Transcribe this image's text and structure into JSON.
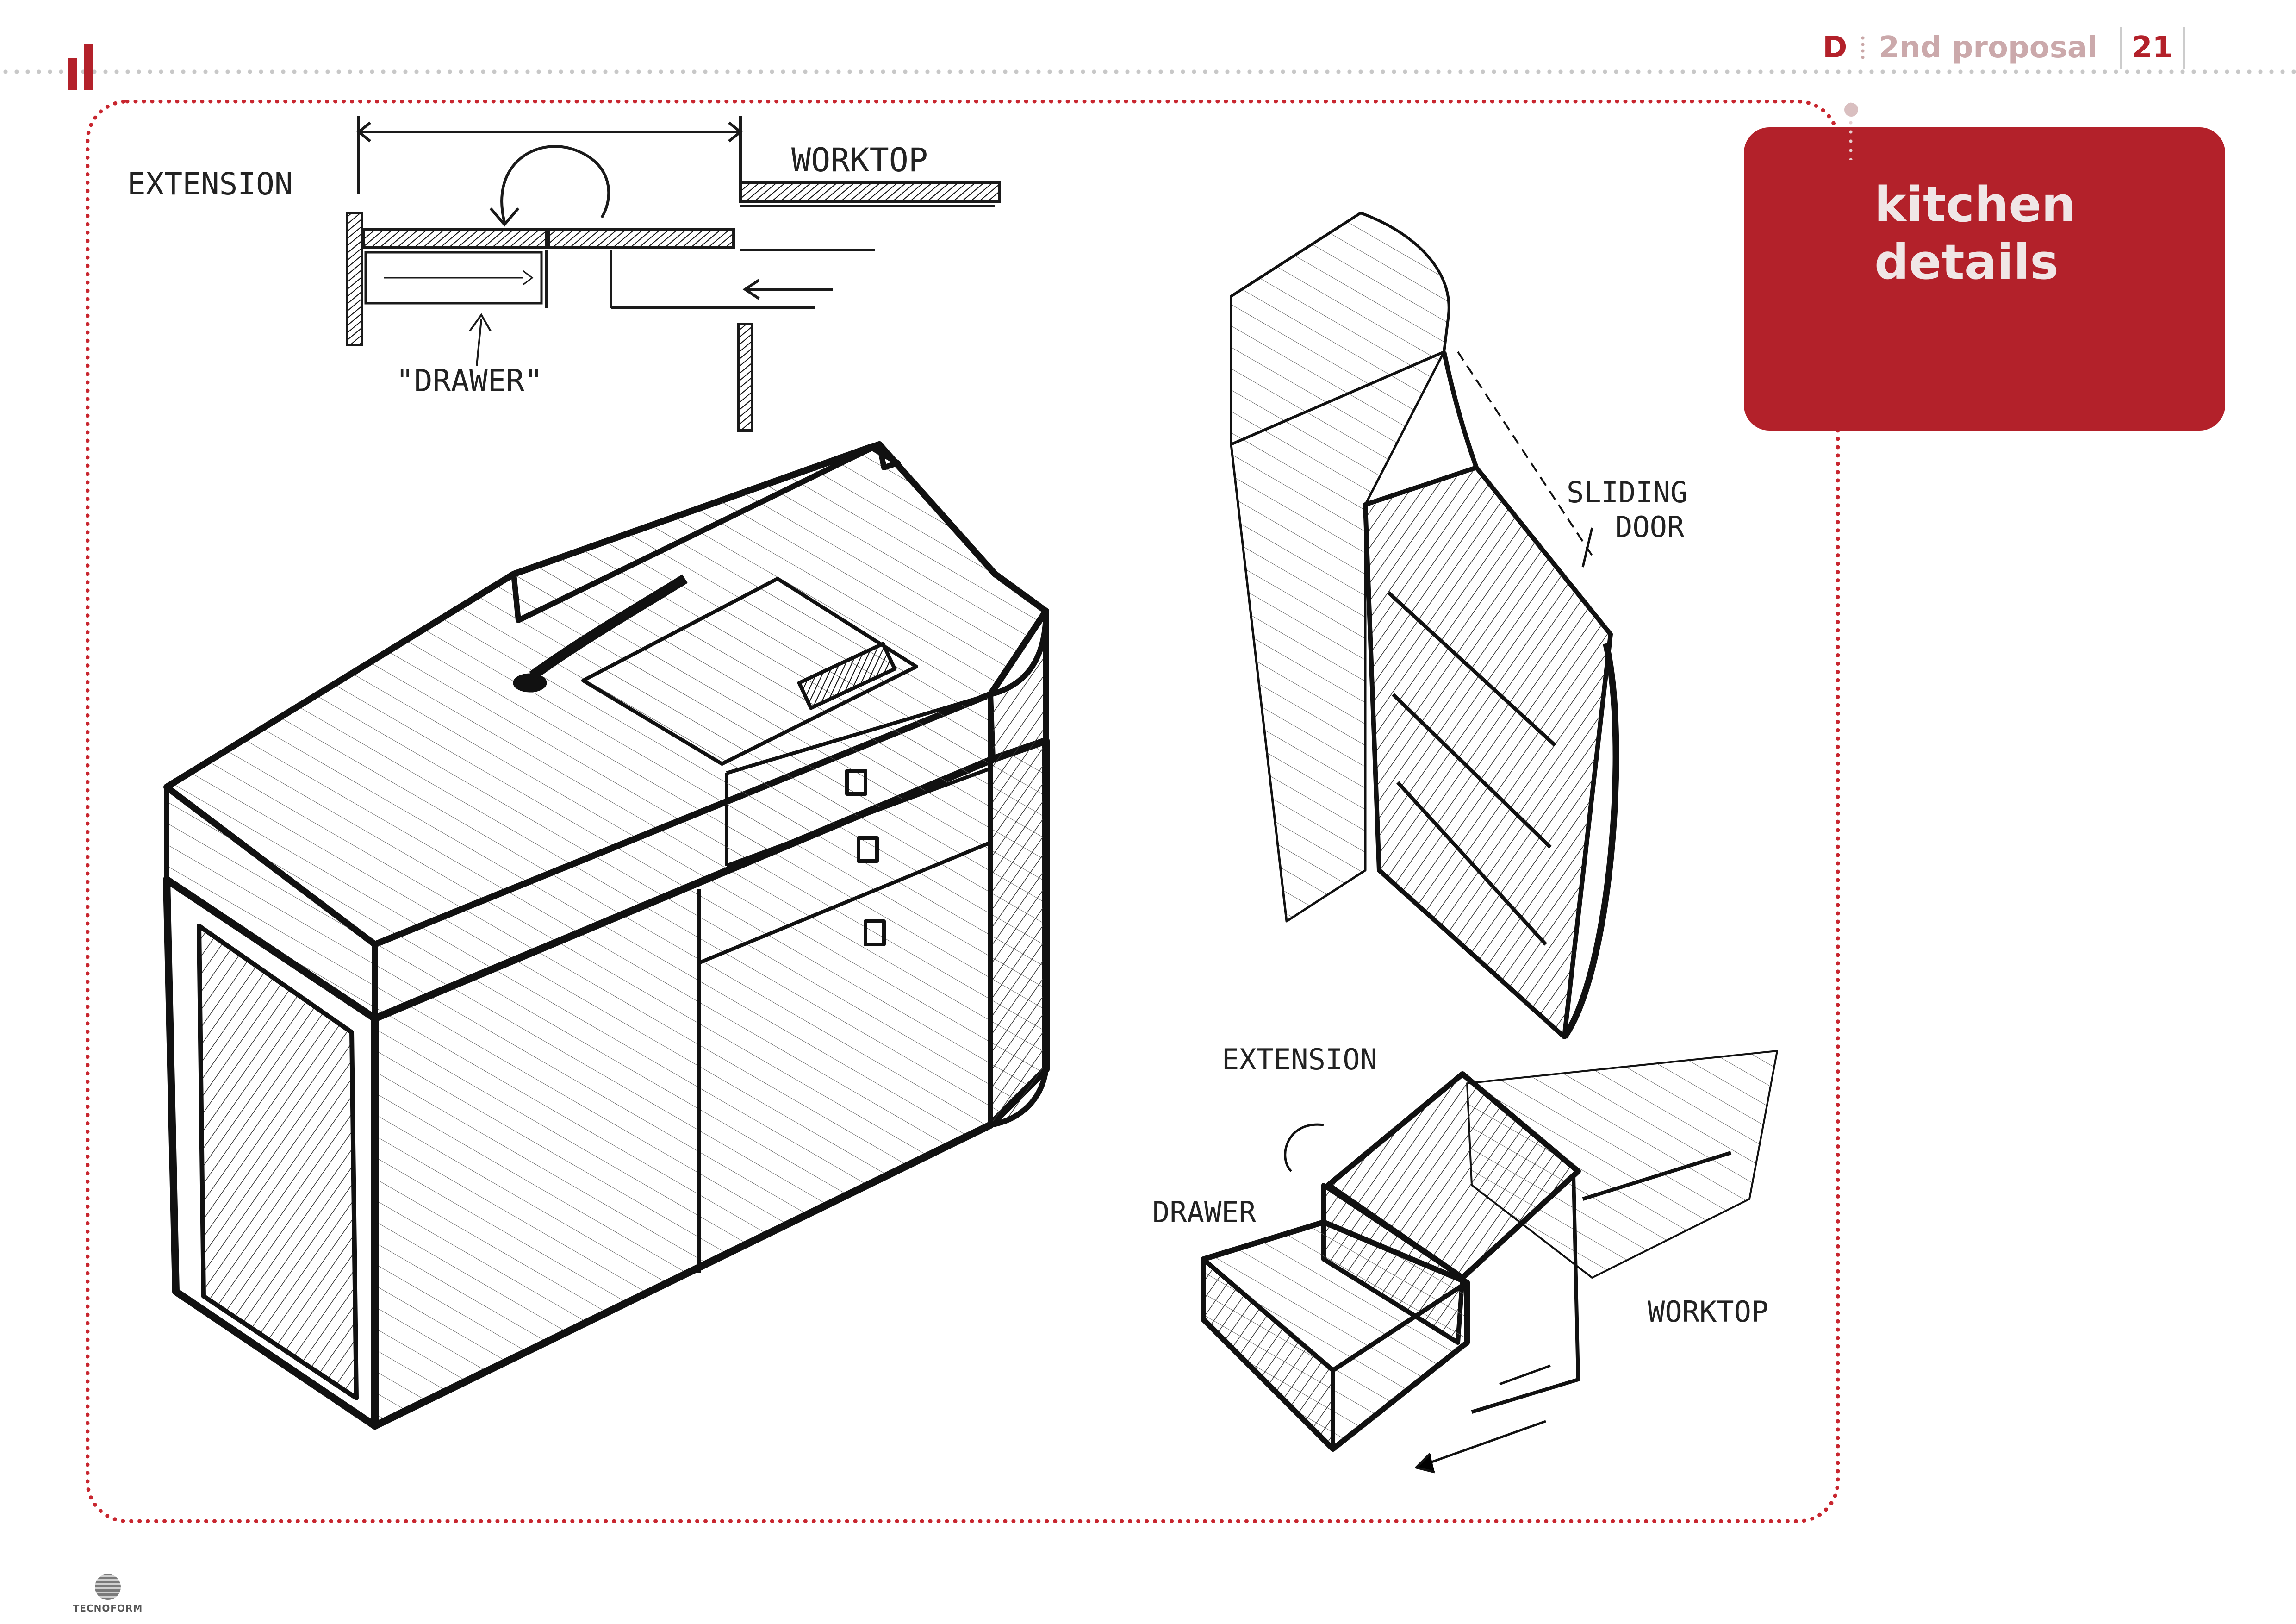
{
  "header": {
    "section_letter": "D",
    "title": "2nd proposal",
    "page_number": "21"
  },
  "title_box": {
    "text": "kitchen\ndetails"
  },
  "sketch_labels": {
    "extension_top": "EXTENSION",
    "worktop_top": "WORKTOP",
    "drawer_top": "\"DRAWER\"",
    "sliding_door_line1": "SLIDING",
    "sliding_door_line2": "DOOR",
    "extension_bottom": "EXTENSION",
    "drawer_bottom": "DRAWER",
    "worktop_bottom": "WORKTOP"
  },
  "footer": {
    "logo_text": "TECNOFORM"
  },
  "colors": {
    "accent": "#b3212a",
    "frame_dots": "#c8262f",
    "header_title": "#cba9ab"
  }
}
